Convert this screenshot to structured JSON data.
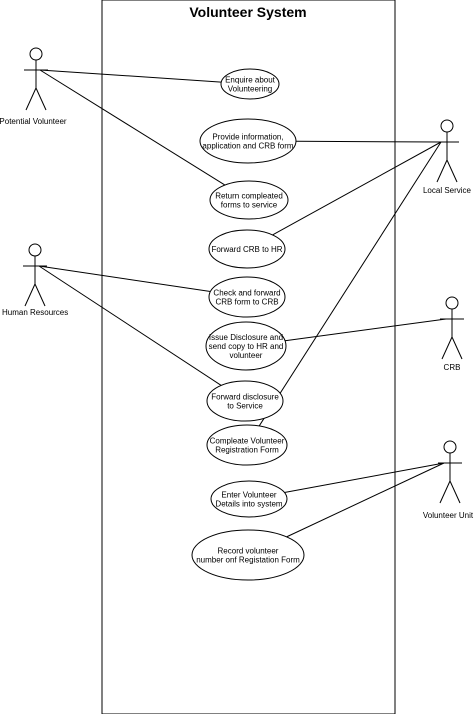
{
  "system": {
    "title": "Volunteer System"
  },
  "actors": [
    {
      "id": "potential-volunteer",
      "label": "Potential Volunteer"
    },
    {
      "id": "human-resources",
      "label": "Human Resources"
    },
    {
      "id": "local-service",
      "label": "Local Service"
    },
    {
      "id": "crb",
      "label": "CRB"
    },
    {
      "id": "volunteer-unit",
      "label": "Volunteer Unit"
    }
  ],
  "use_cases": [
    {
      "id": "enquire",
      "lines": [
        "Enquire about",
        "Volunteering"
      ]
    },
    {
      "id": "provide-info",
      "lines": [
        "Provide information,",
        "application and CRB form"
      ]
    },
    {
      "id": "return-forms",
      "lines": [
        "Return compleated",
        "forms to service"
      ]
    },
    {
      "id": "forward-crb",
      "lines": [
        "Forward CRB to HR"
      ]
    },
    {
      "id": "check-forward",
      "lines": [
        "Check and forward",
        "CRB form to CRB"
      ]
    },
    {
      "id": "issue-disclosure",
      "lines": [
        "Issue Disclosure and",
        "send copy to HR and",
        "volunteer"
      ]
    },
    {
      "id": "forward-disclosure",
      "lines": [
        "Forward disclosure",
        "to Service"
      ]
    },
    {
      "id": "complete-form",
      "lines": [
        "Compleate Volunteer",
        "Registration Form"
      ]
    },
    {
      "id": "enter-details",
      "lines": [
        "Enter Volunteer",
        "Details into system"
      ]
    },
    {
      "id": "record-number",
      "lines": [
        "Record volunteer",
        "number onf Registation Form"
      ]
    }
  ],
  "associations": [
    [
      "potential-volunteer",
      "enquire"
    ],
    [
      "potential-volunteer",
      "return-forms"
    ],
    [
      "human-resources",
      "check-forward"
    ],
    [
      "human-resources",
      "forward-disclosure"
    ],
    [
      "local-service",
      "provide-info"
    ],
    [
      "local-service",
      "forward-crb"
    ],
    [
      "local-service",
      "complete-form"
    ],
    [
      "crb",
      "issue-disclosure"
    ],
    [
      "volunteer-unit",
      "enter-details"
    ],
    [
      "volunteer-unit",
      "record-number"
    ]
  ]
}
